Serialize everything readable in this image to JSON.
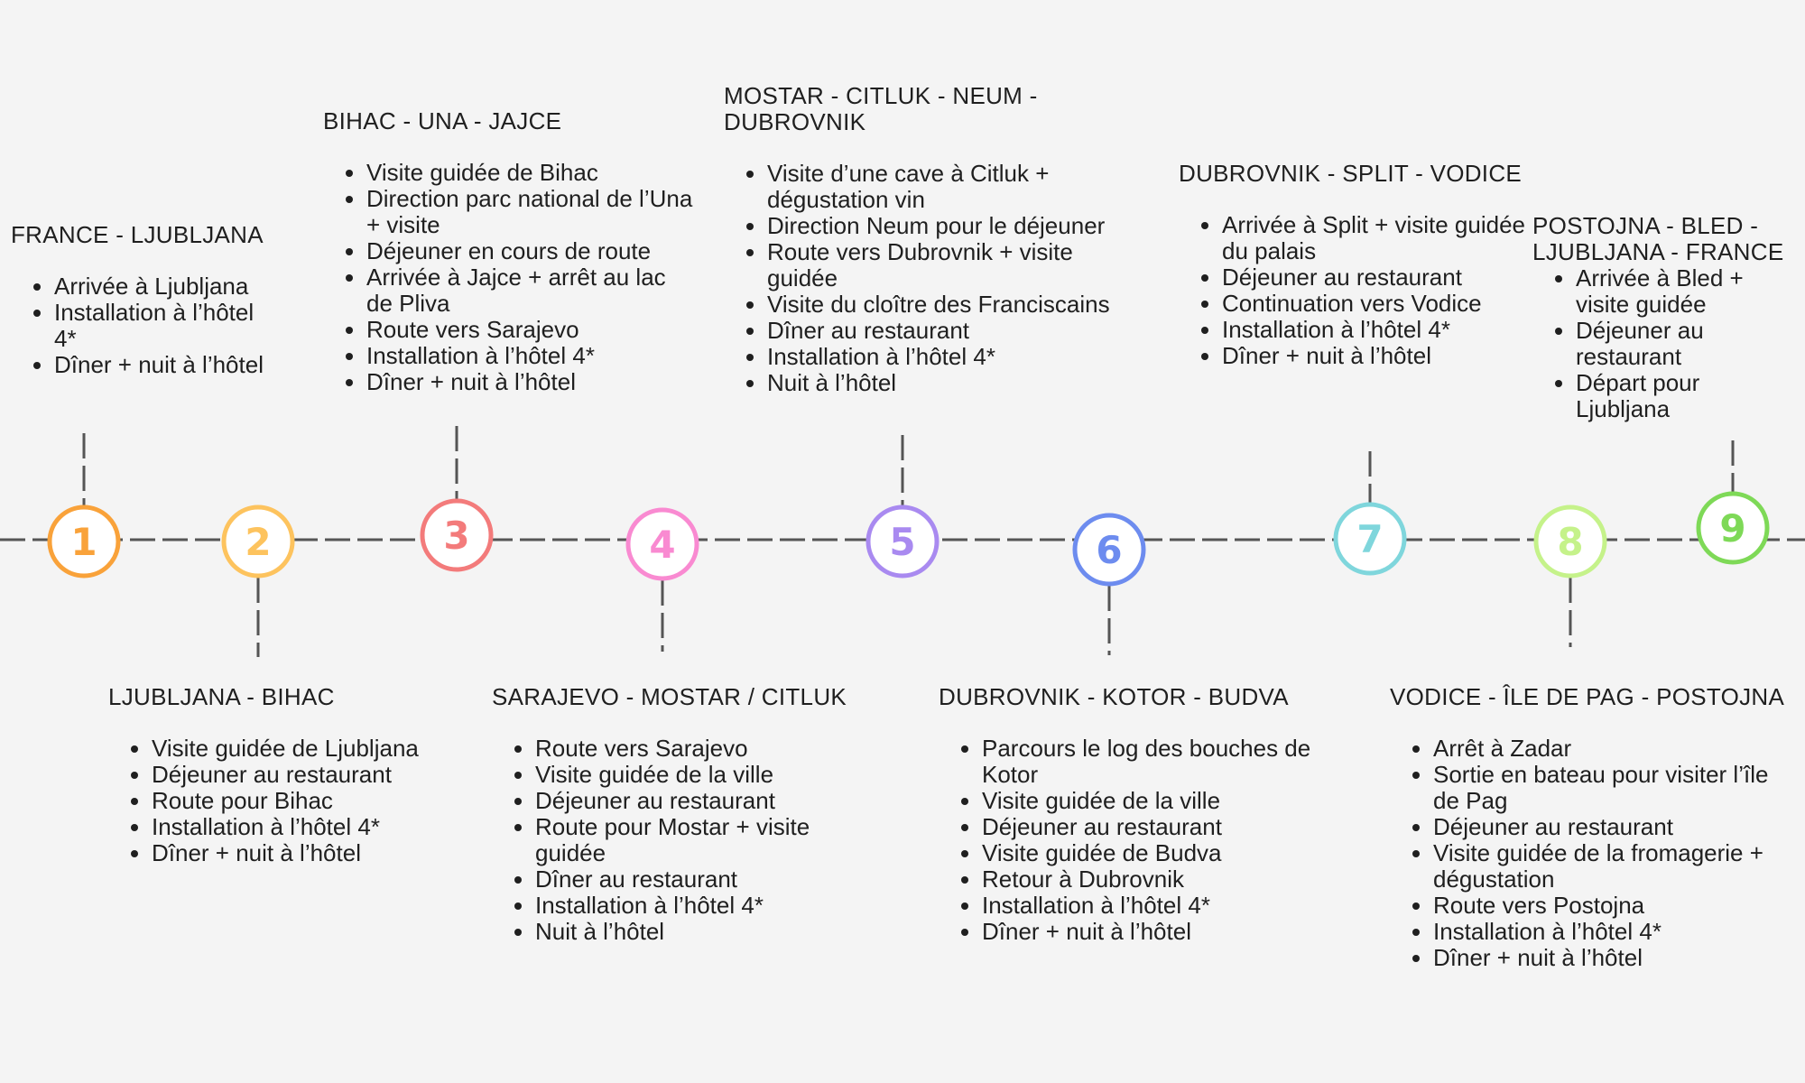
{
  "days": [
    {
      "number": "1",
      "color": "#f9a23a",
      "position": "top",
      "title": "FRANCE - LJUBLJANA",
      "items": [
        "Arrivée à Ljubljana",
        "Installation à l’hôtel 4*",
        "Dîner + nuit à l’hôtel"
      ]
    },
    {
      "number": "2",
      "color": "#fdc35e",
      "position": "bottom",
      "title": "LJUBLJANA - BIHAC",
      "items": [
        "Visite guidée de Ljubljana",
        "Déjeuner au restaurant",
        "Route pour Bihac",
        "Installation à l’hôtel 4*",
        "Dîner + nuit à l’hôtel"
      ]
    },
    {
      "number": "3",
      "color": "#f37b7b",
      "position": "top",
      "title": "BIHAC - UNA - JAJCE",
      "items": [
        "Visite guidée de Bihac",
        "Direction parc national de l’Una + visite",
        "Déjeuner en cours de route",
        "Arrivée à Jajce + arrêt au lac de Pliva",
        "Route vers Sarajevo",
        "Installation à l’hôtel 4*",
        "Dîner + nuit à l’hôtel"
      ]
    },
    {
      "number": "4",
      "color": "#f98ad1",
      "position": "bottom",
      "title": "SARAJEVO - MOSTAR / CITLUK",
      "items": [
        "Route vers Sarajevo",
        "Visite guidée de la ville",
        "Déjeuner au restaurant",
        "Route pour Mostar + visite guidée",
        "Dîner au restaurant",
        "Installation à l’hôtel 4*",
        "Nuit à l’hôtel"
      ]
    },
    {
      "number": "5",
      "color": "#a98af0",
      "position": "top",
      "title": "MOSTAR - CITLUK - NEUM - DUBROVNIK",
      "items": [
        "Visite d’une cave à Citluk + dégustation vin",
        "Direction Neum pour le déjeuner",
        "Route vers Dubrovnik + visite guidée",
        "Visite du cloître des Franciscains",
        "Dîner au restaurant",
        "Installation à l’hôtel 4*",
        "Nuit à l’hôtel"
      ]
    },
    {
      "number": "6",
      "color": "#6d8cef",
      "position": "bottom",
      "title": "DUBROVNIK - KOTOR - BUDVA",
      "items": [
        "Parcours le log des bouches de Kotor",
        "Visite guidée de la ville",
        "Déjeuner au restaurant",
        "Visite guidée de Budva",
        "Retour à Dubrovnik",
        "Installation à l’hôtel 4*",
        "Dîner + nuit à l’hôtel"
      ]
    },
    {
      "number": "7",
      "color": "#7fd6dc",
      "position": "top",
      "title": "DUBROVNIK - SPLIT - VODICE",
      "items": [
        "Arrivée à Split + visite guidée du palais",
        "Déjeuner au restaurant",
        "Continuation vers Vodice",
        "Installation à l’hôtel 4*",
        "Dîner + nuit à l’hôtel"
      ]
    },
    {
      "number": "8",
      "color": "#c5f28a",
      "position": "bottom",
      "title": "VODICE - ÎLE DE PAG - POSTOJNA",
      "items": [
        "Arrêt à Zadar",
        "Sortie en bateau pour visiter l’île de Pag",
        "Déjeuner au restaurant",
        "Visite guidée de la fromagerie + dégustation",
        "Route vers Postojna",
        "Installation à l’hôtel 4*",
        "Dîner + nuit à l’hôtel"
      ]
    },
    {
      "number": "9",
      "color": "#7ed957",
      "position": "top",
      "title": "POSTOJNA - BLED - LJUBLJANA - FRANCE",
      "items": [
        "Arrivée à Bled + visite guidée",
        "Déjeuner au restaurant",
        "Départ pour Ljubljana"
      ]
    }
  ]
}
